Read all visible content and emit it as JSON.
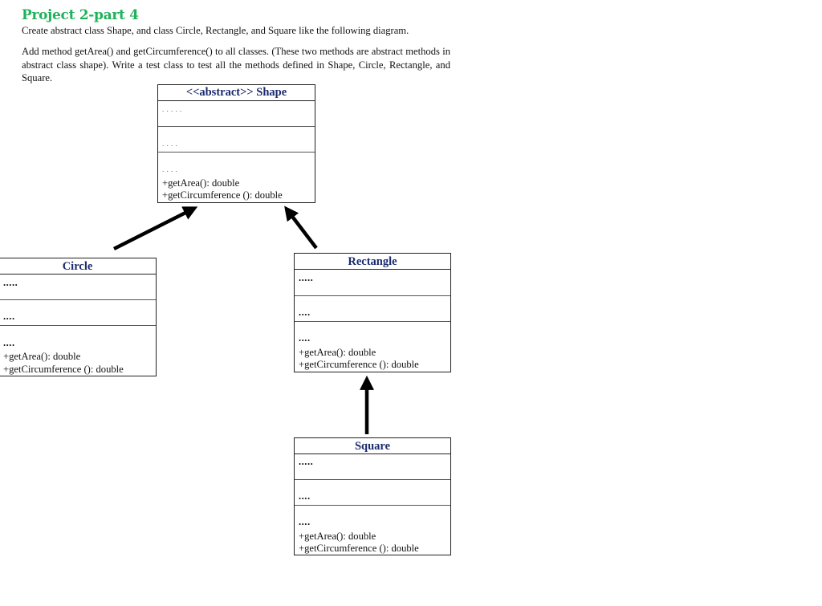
{
  "document": {
    "title": "Project 2-part 4",
    "paragraphs": [
      "Create abstract class Shape, and class Circle, Rectangle, and Square like the following diagram.",
      "Add method getArea() and getCircumference() to all classes.  (These two methods are abstract methods in abstract class shape). Write a test class to test all the methods defined in Shape, Circle, Rectangle, and Square."
    ],
    "title_color": "#1fb25a"
  },
  "diagram": {
    "class_name_color": "#1a2a6e",
    "classes": [
      {
        "name": "<<abstract>> Shape",
        "attributes": ". . . . .",
        "constructors": ". . . .",
        "methods_placeholder": ". . . .",
        "methods": [
          "+getArea(): double",
          "+getCircumference (): double"
        ]
      },
      {
        "name": "Circle",
        "attributes": ".....",
        "constructors": "....",
        "methods_placeholder": "....",
        "methods": [
          "+getArea(): double",
          "+getCircumference (): double"
        ]
      },
      {
        "name": "Rectangle",
        "attributes": ".....",
        "constructors": "....",
        "methods_placeholder": "....",
        "methods": [
          "+getArea(): double",
          "+getCircumference (): double"
        ]
      },
      {
        "name": "Square",
        "attributes": ".....",
        "constructors": "....",
        "methods_placeholder": "....",
        "methods": [
          "+getArea(): double",
          "+getCircumference (): double"
        ]
      }
    ],
    "relationships": [
      {
        "from": "Circle",
        "to": "Shape",
        "type": "inheritance"
      },
      {
        "from": "Rectangle",
        "to": "Shape",
        "type": "inheritance"
      },
      {
        "from": "Square",
        "to": "Rectangle",
        "type": "inheritance"
      }
    ]
  }
}
